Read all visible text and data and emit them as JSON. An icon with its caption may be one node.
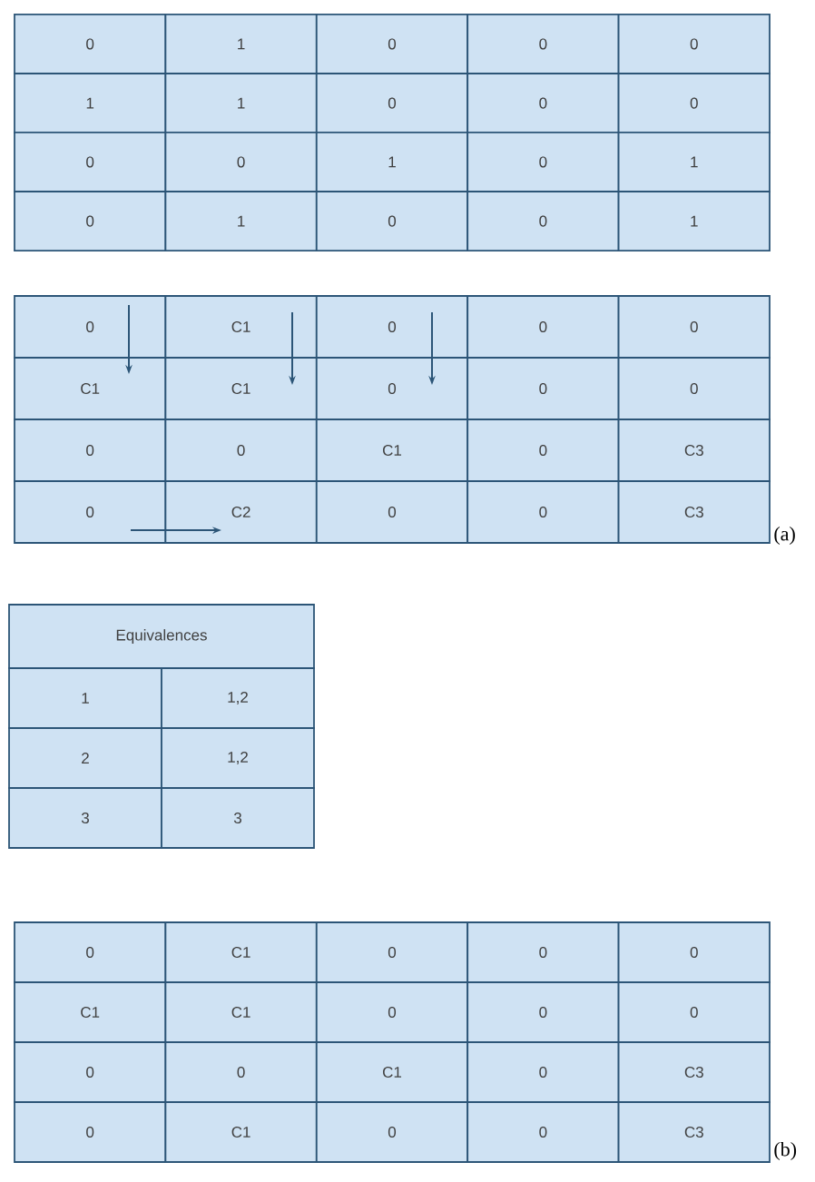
{
  "diagram": {
    "labels": [
      "0",
      "1",
      "0",
      "0",
      "0",
      "1",
      "1",
      "0",
      "0",
      "0",
      "0",
      "0",
      "1",
      "0",
      "1",
      "0",
      "1",
      "0",
      "0",
      "1",
      "0",
      "C1",
      "0",
      "0",
      "0",
      "C1",
      "C1",
      "0",
      "0",
      "0",
      "0",
      "0",
      "C1",
      "0",
      "C3",
      "0",
      "C2",
      "0",
      "0",
      "C3",
      "(a)",
      "Equivalences",
      "1",
      "1,2",
      "2",
      "1,2",
      "3",
      "3",
      "0",
      "C1",
      "0",
      "0",
      "0",
      "C1",
      "C1",
      "0",
      "0",
      "0",
      "0",
      "0",
      "C1",
      "0",
      "C3",
      "0",
      "C1",
      "0",
      "0",
      "C3",
      "(b)"
    ]
  }
}
